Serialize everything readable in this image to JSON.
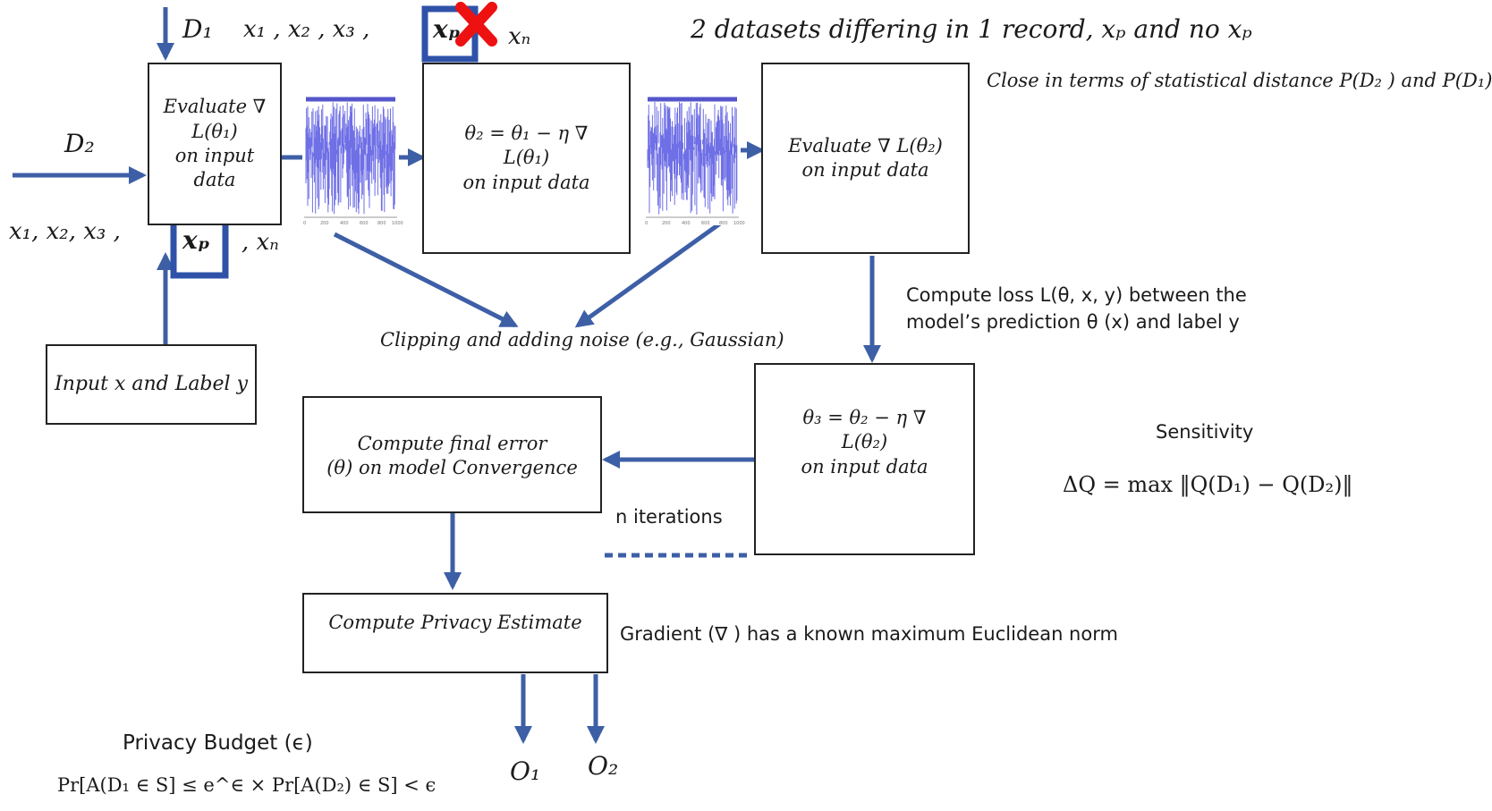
{
  "datasets": {
    "d1_label": "D₁",
    "d1_records_left": "x₁ , x₂ , x₃ ,",
    "d1_removed_record": "xₚ",
    "d1_records_right": "xₙ",
    "d2_label": "D₂",
    "d2_records_left": "x₁, x₂,   x₃ ,",
    "d2_highlight_record": "xₚ",
    "d2_records_right": ", xₙ",
    "caption": "2 datasets differing in 1 record,  xₚ and no  xₚ",
    "closeness": "Close in terms of statistical distance P(D₂ ) and P(D₁)"
  },
  "boxes": {
    "eval1": [
      "Evaluate  ∇",
      "L(θ₁)",
      "on input",
      "data"
    ],
    "update2": [
      "θ₂ = θ₁  − η ∇",
      "L(θ₁)",
      "on input data"
    ],
    "eval2": [
      "Evaluate  ∇ L(θ₂)",
      "on input data"
    ],
    "input": [
      "Input x and Label y"
    ],
    "update3": [
      "θ₃ = θ₂  − η ∇",
      "L(θ₂)",
      "on input data"
    ],
    "final_error": [
      "Compute final  error",
      "(θ) on model Convergence"
    ],
    "privacy_estimate": [
      "Compute Privacy Estimate"
    ]
  },
  "annotations": {
    "clipping": "Clipping and adding noise (e.g., Gaussian)",
    "loss_line1": "Compute loss L(θ, x, y) between the",
    "loss_line2": "model’s prediction  θ (x) and label y",
    "n_iterations": "n iterations",
    "gradient_norm": "Gradient (∇ ) has a known maximum Euclidean norm",
    "sensitivity_title": "Sensitivity",
    "sensitivity_formula": "ΔQ = max ‖Q(D₁) − Q(D₂)‖",
    "privacy_budget_title": "Privacy Budget (ϵ)",
    "privacy_budget_formula": "Pr[A(D₁ ∈ S] ≤ e^∈ × Pr[A(D₂) ∈ S] < ϵ",
    "output1": "O₁",
    "output2": "O₂"
  },
  "colors": {
    "arrow": "#3d5fa6",
    "highlight": "#2f52a8",
    "noise": "#6f6fe6",
    "cross": "#ee1111",
    "text": "#1a1a1a"
  }
}
